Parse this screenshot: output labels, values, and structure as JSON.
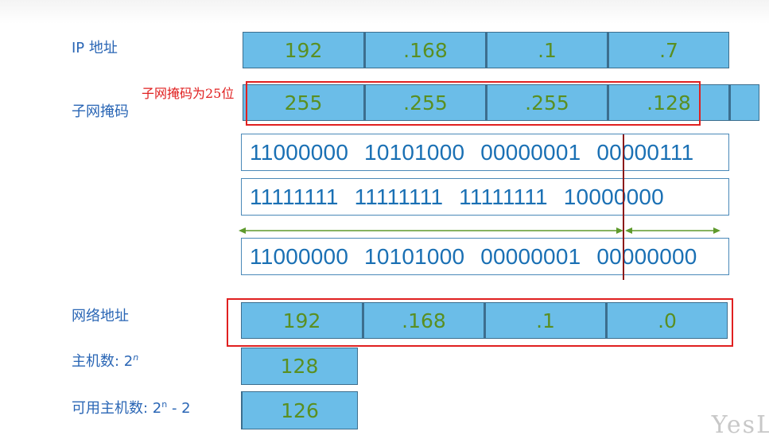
{
  "labels": {
    "ip": "IP 地址",
    "mask": "子网掩码",
    "network": "网络地址",
    "hosts_prefix": "主机数: 2",
    "hosts_exp": "n",
    "usable_prefix": "可用主机数: 2",
    "usable_exp": "n",
    "usable_suffix": " - 2"
  },
  "annotation": "子网掩码为25位",
  "ip_octets": [
    "192",
    ".168",
    ".1",
    ".7"
  ],
  "mask_octets": [
    "255",
    ".255",
    ".255",
    ".128"
  ],
  "binary_ip": "11000000  10101000  00000001  00000111",
  "binary_mask": "11111111  11111111  11111111  10000000",
  "binary_network": "11000000  10101000  00000001  00000000",
  "network_octets": [
    "192",
    ".168",
    ".1",
    ".0"
  ],
  "host_count": "128",
  "usable_host_count": "126",
  "watermark": "YesL",
  "colors": {
    "cell_fill": "#6bbde8",
    "cell_text": "#5a8f21",
    "label_text": "#2a66b5",
    "binary_text": "#1a70b4",
    "highlight": "#e02020",
    "arrow": "#5e9a2c",
    "split_line": "#8b1a1a"
  }
}
